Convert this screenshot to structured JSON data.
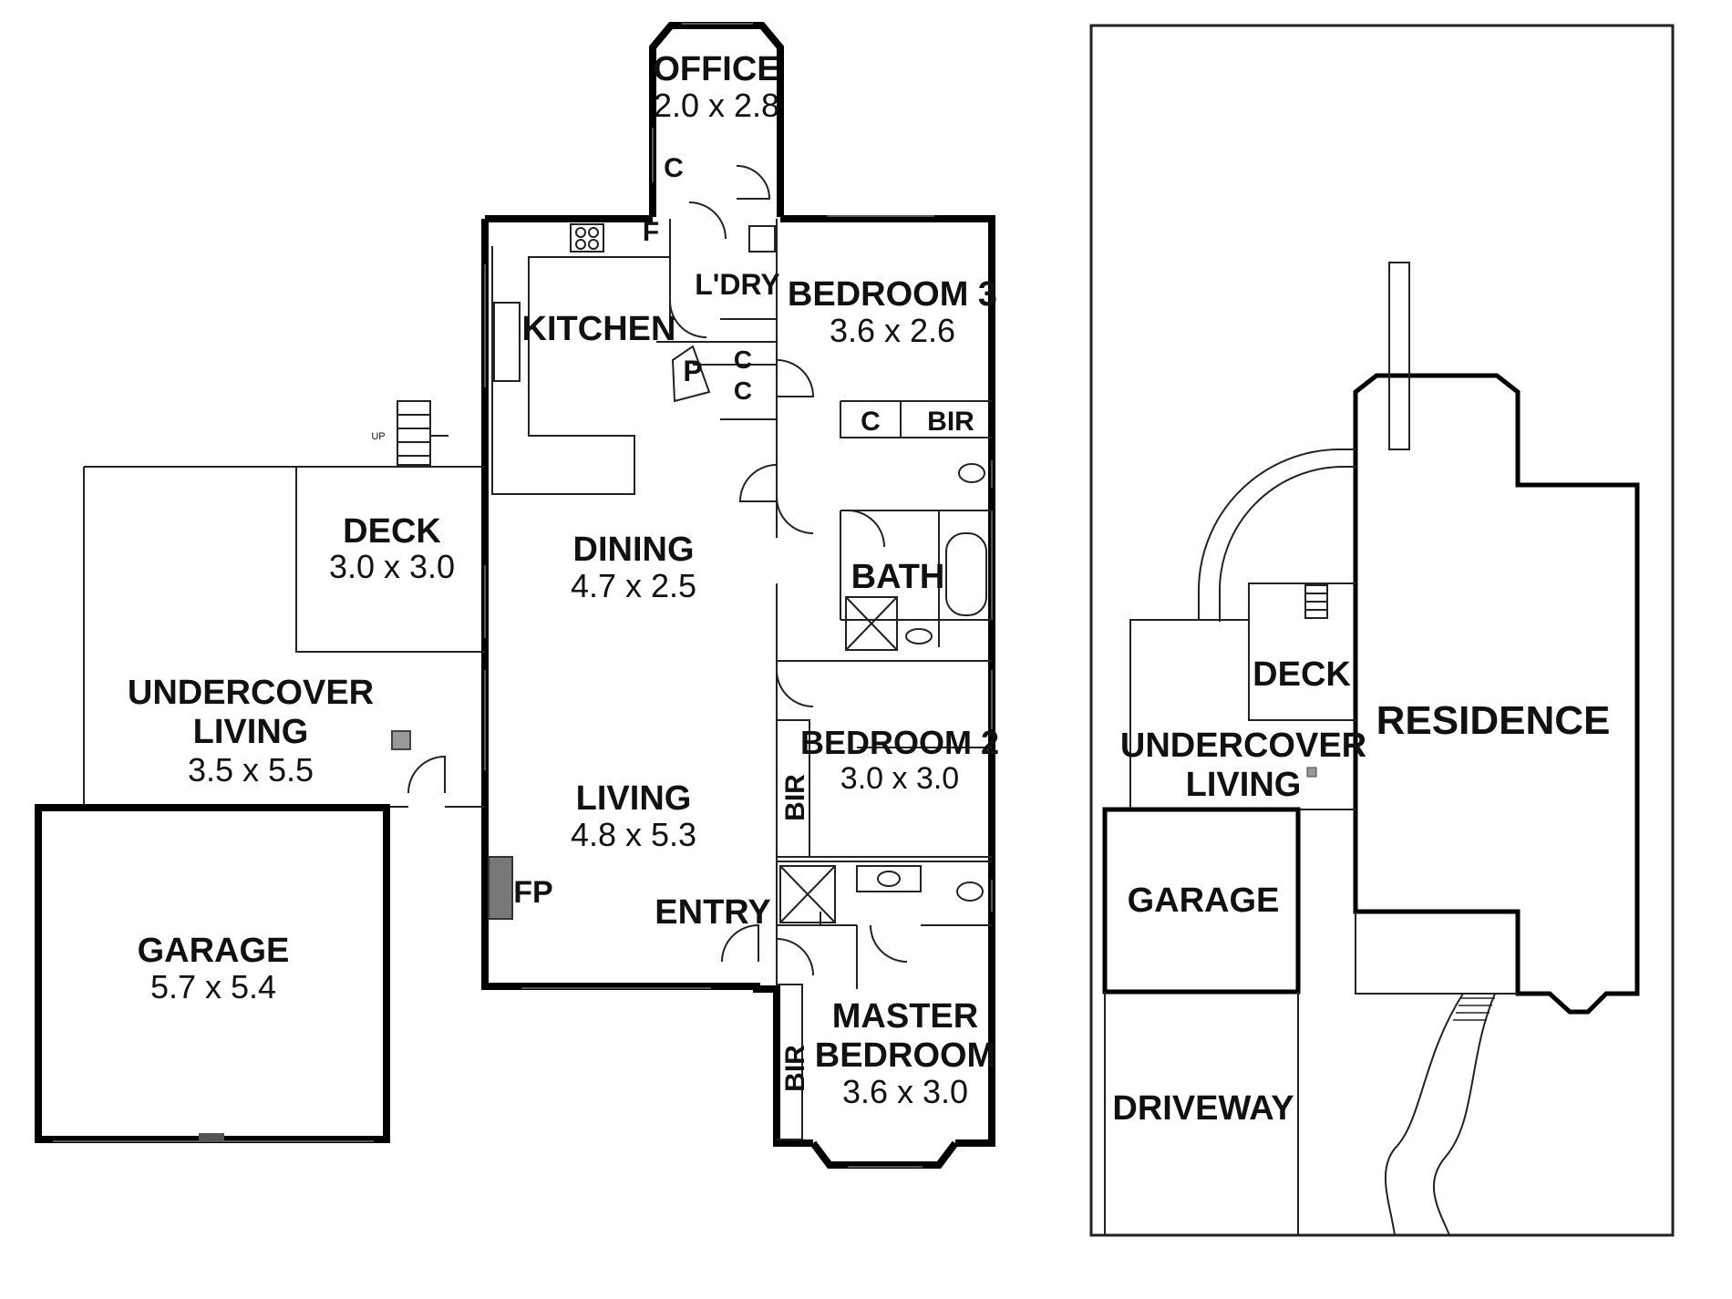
{
  "floor_plan": {
    "rooms": {
      "office": {
        "name": "OFFICE",
        "dims": "2.0 x 2.8"
      },
      "kitchen": {
        "name": "KITCHEN"
      },
      "laundry": {
        "name": "L'DRY"
      },
      "fridge": {
        "name": "F"
      },
      "pantry": {
        "name": "P"
      },
      "cupboard_1": {
        "name": "C"
      },
      "cupboard_2": {
        "name": "C"
      },
      "cupboard_3": {
        "name": "C"
      },
      "cupboard_4": {
        "name": "C"
      },
      "bedroom3": {
        "name": "BEDROOM 3",
        "dims": "3.6 x 2.6"
      },
      "bir_bed3": {
        "name": "BIR"
      },
      "bath": {
        "name": "BATH"
      },
      "deck": {
        "name": "DECK",
        "dims": "3.0 x 3.0"
      },
      "dining": {
        "name": "DINING",
        "dims": "4.7 x 2.5"
      },
      "undercover_line1": {
        "name": "UNDERCOVER"
      },
      "undercover_line2": {
        "name": "LIVING"
      },
      "undercover_dims": {
        "dims": "3.5 x 5.5"
      },
      "living": {
        "name": "LIVING",
        "dims": "4.8 x 5.3"
      },
      "bedroom2_line": {
        "name": "BEDROOM 2",
        "dims": "3.0 x 3.0"
      },
      "bir_bed2": {
        "name": "BIR"
      },
      "fireplace": {
        "name": "FP"
      },
      "entry": {
        "name": "ENTRY"
      },
      "garage": {
        "name": "GARAGE",
        "dims": "5.7 x 5.4"
      },
      "master_line1": {
        "name": "MASTER"
      },
      "master_line2": {
        "name": "BEDROOM"
      },
      "master_dims": {
        "dims": "3.6 x 3.0"
      },
      "bir_master": {
        "name": "BIR"
      }
    },
    "stairs_label": "UP"
  },
  "site_plan": {
    "residence": "RESIDENCE",
    "deck": "DECK",
    "undercover_line1": "UNDERCOVER",
    "undercover_line2": "LIVING",
    "garage": "GARAGE",
    "driveway": "DRIVEWAY"
  }
}
